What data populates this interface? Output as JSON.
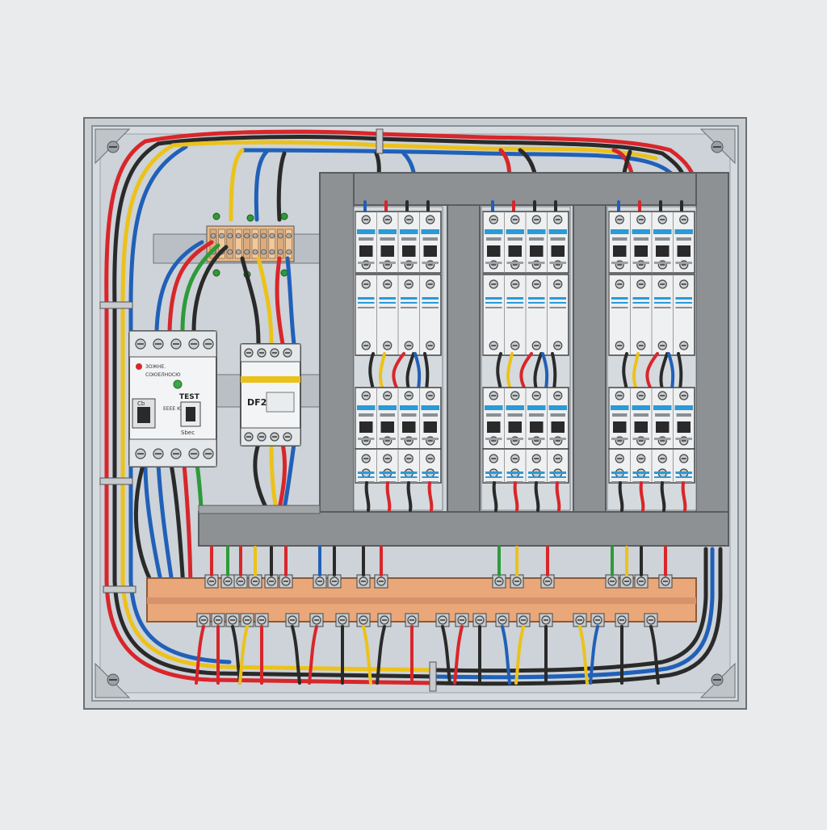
{
  "colors": {
    "background": "#e9ebec",
    "enclosure": "#dfe3e6",
    "backplate": "#cfd5da",
    "rail_frame": "#8e9193",
    "breaker_body": "#eef0f1",
    "breaker_stripe": "#2b9ad6",
    "wire_red": "#d8262b",
    "wire_blue": "#2060b8",
    "wire_yellow": "#ecc21a",
    "wire_black": "#2a2a2a",
    "wire_green": "#2e9a3a",
    "busbar": "#e9a77a",
    "terminal": "#c7cbce"
  },
  "rcd": {
    "label_line1": "ЗОЖНЕ.",
    "label_line2": "СОЮЕЛНОСЮ",
    "test_label": "TEST",
    "bottom_left": "ЕЕЕЕ\nЮООНО",
    "bottom_right": "Sbec",
    "small_label": "Cb"
  },
  "contactor": {
    "label": "DF2"
  }
}
